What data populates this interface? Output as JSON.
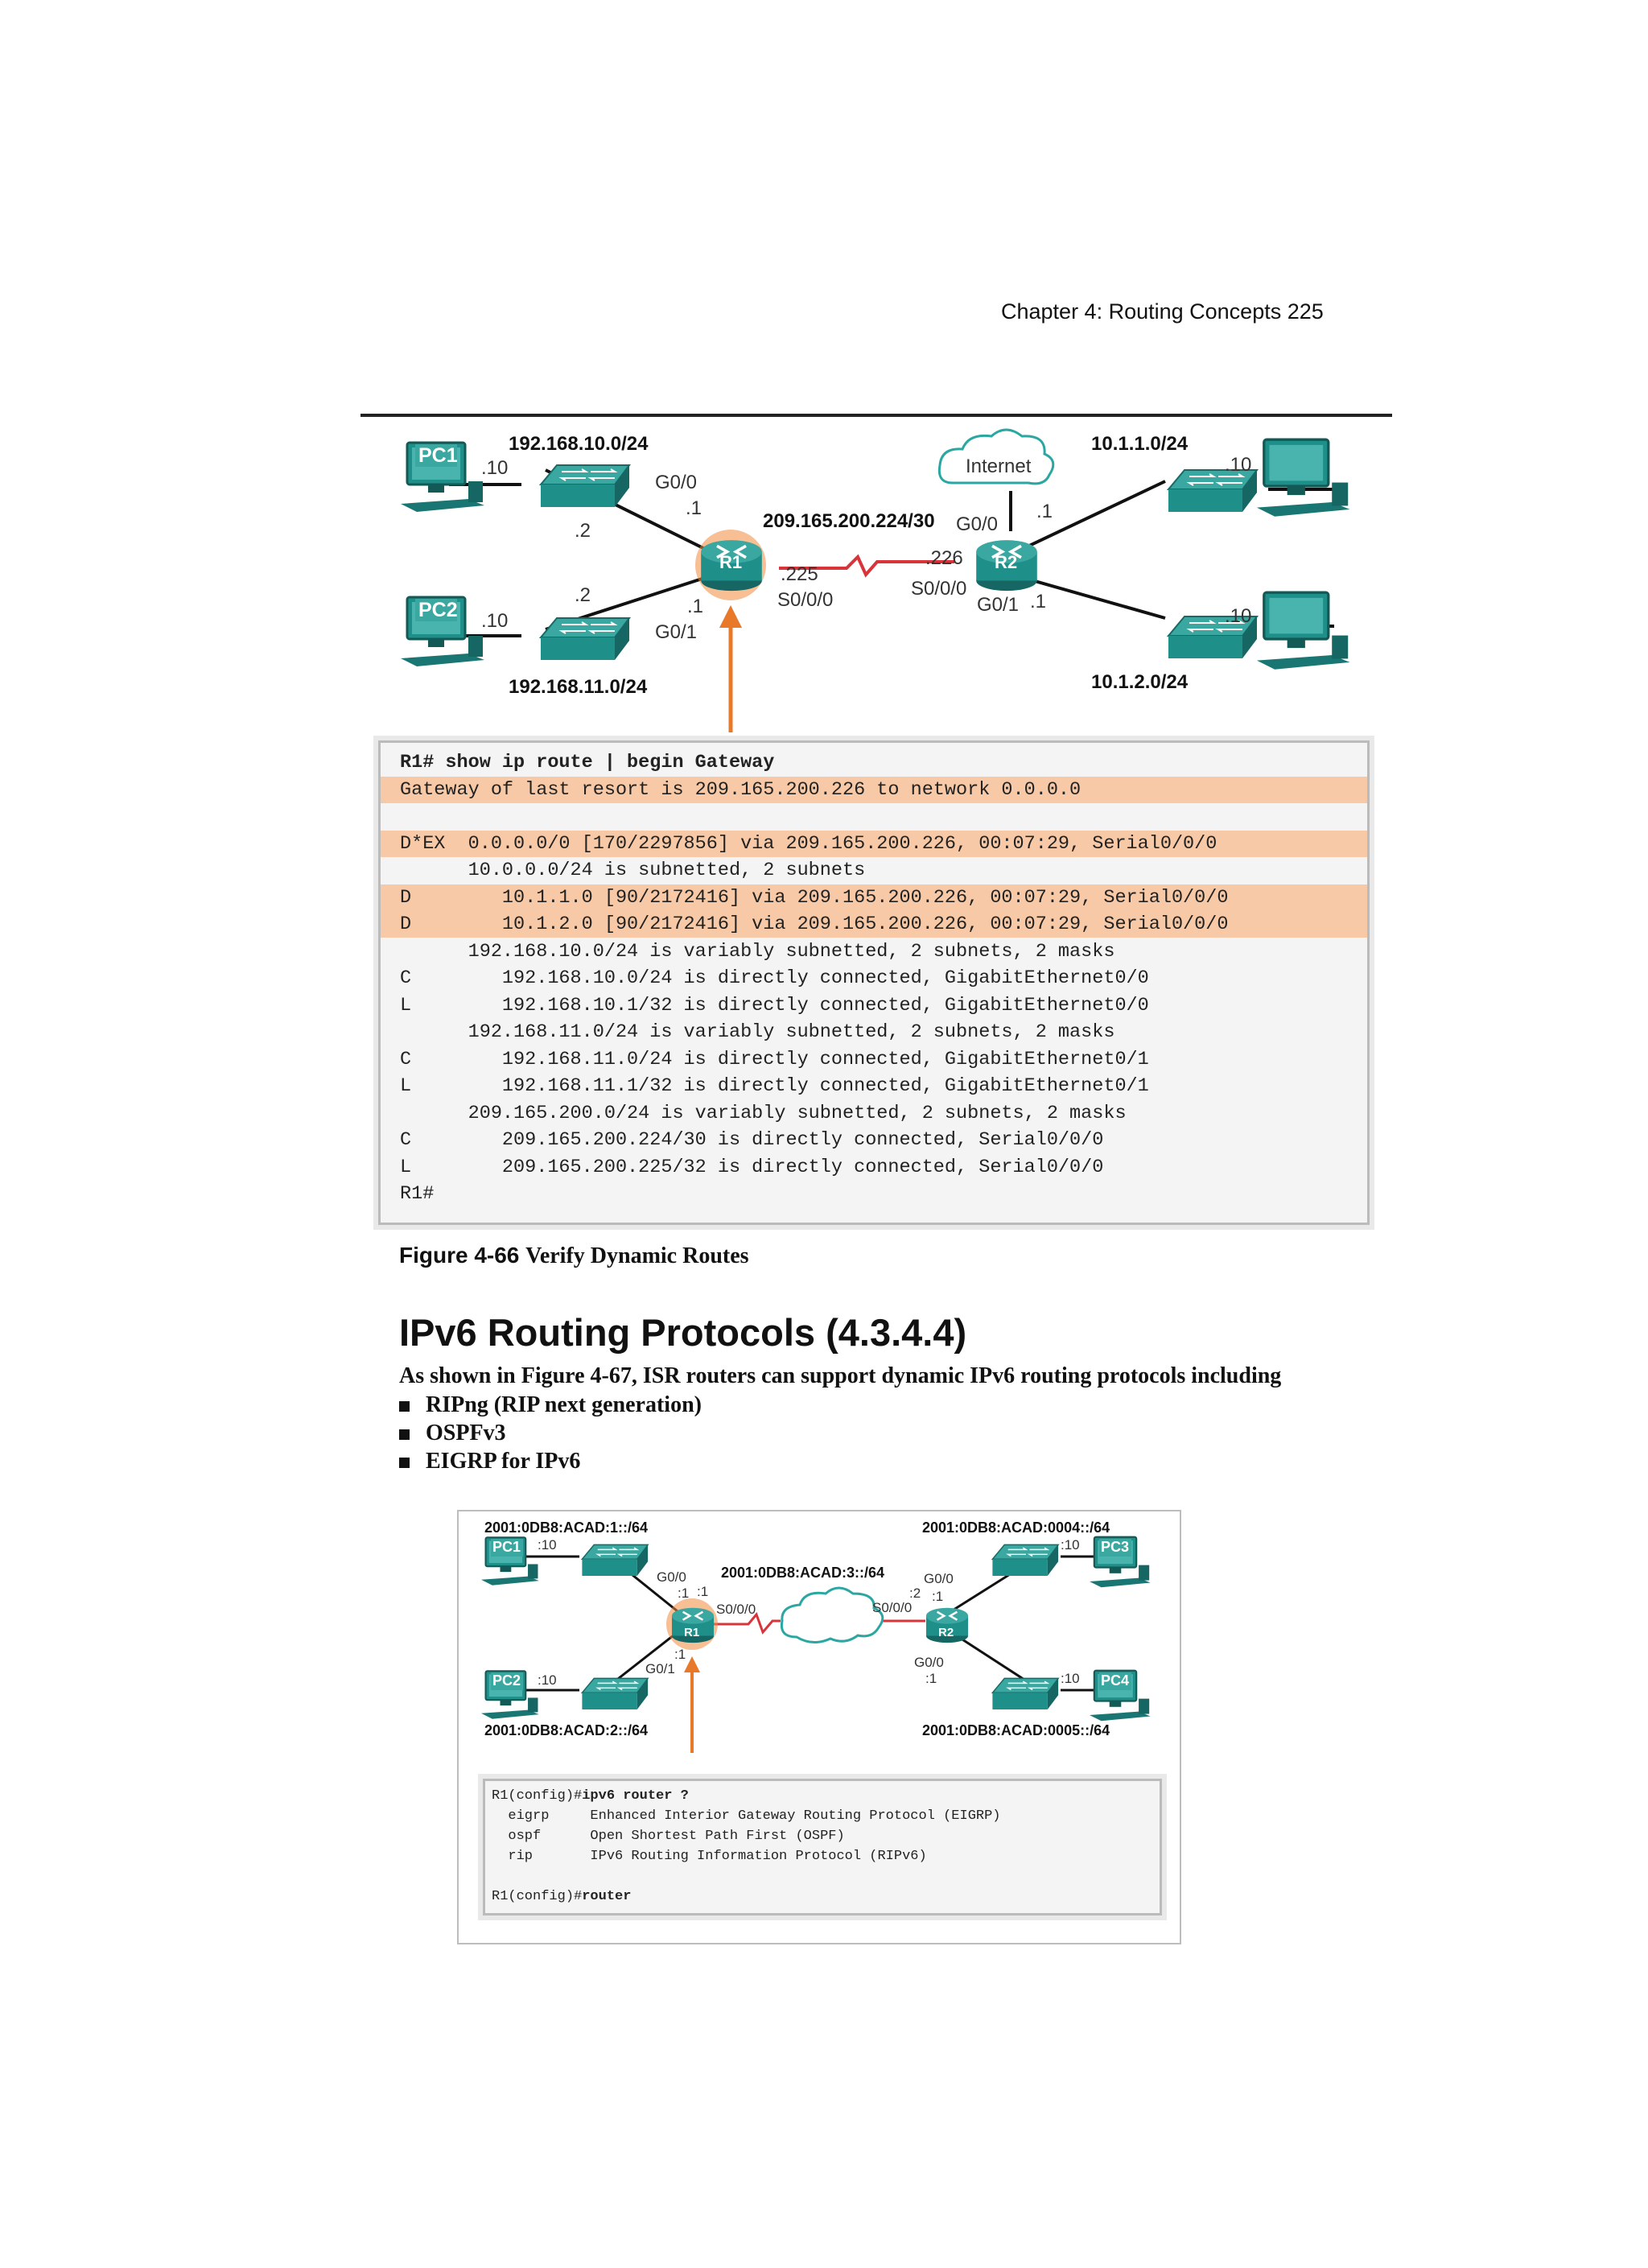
{
  "running_head": "Chapter 4: Routing Concepts 225",
  "figure1": {
    "networks": {
      "lan_pc1": "192.168.10.0/24",
      "lan_pc2": "192.168.11.0/24",
      "wan": "209.165.200.224/30",
      "lan_r2_top": "10.1.1.0/24",
      "lan_r2_bottom": "10.1.2.0/24"
    },
    "labels": {
      "pc1": "PC1",
      "pc2": "PC2",
      "r1": "R1",
      "r2": "R2",
      "internet": "Internet",
      "pc1_host": ".10",
      "pc2_host": ".10",
      "r1_g00_if": "G0/0",
      "r1_g00_ip": ".1",
      "sw1_ip": ".2",
      "sw2_ip": ".2",
      "r1_g01_ip": ".1",
      "r1_g01_if": "G0/1",
      "r1_s000_ip": ".225",
      "r1_s000_if": "S0/0/0",
      "r2_s000_ip": ".226",
      "r2_s000_if": "S0/0/0",
      "r2_g00_if": "G0/0",
      "r2_g00_ip": ".1",
      "r2_g01_if": "G0/1",
      "r2_g01_ip": ".1",
      "pc3_host": ".10",
      "pc4_host": ".10"
    },
    "terminal": [
      {
        "text": "R1# show ip route | begin Gateway",
        "highlight": false
      },
      {
        "text": "Gateway of last resort is 209.165.200.226 to network 0.0.0.0",
        "highlight": true
      },
      {
        "text": "",
        "highlight": false
      },
      {
        "text": "D*EX  0.0.0.0/0 [170/2297856] via 209.165.200.226, 00:07:29, Serial0/0/0",
        "highlight": true
      },
      {
        "text": "      10.0.0.0/24 is subnetted, 2 subnets",
        "highlight": false
      },
      {
        "text": "D        10.1.1.0 [90/2172416] via 209.165.200.226, 00:07:29, Serial0/0/0",
        "highlight": true
      },
      {
        "text": "D        10.1.2.0 [90/2172416] via 209.165.200.226, 00:07:29, Serial0/0/0",
        "highlight": true
      },
      {
        "text": "      192.168.10.0/24 is variably subnetted, 2 subnets, 2 masks",
        "highlight": false
      },
      {
        "text": "C        192.168.10.0/24 is directly connected, GigabitEthernet0/0",
        "highlight": false
      },
      {
        "text": "L        192.168.10.1/32 is directly connected, GigabitEthernet0/0",
        "highlight": false
      },
      {
        "text": "      192.168.11.0/24 is variably subnetted, 2 subnets, 2 masks",
        "highlight": false
      },
      {
        "text": "C        192.168.11.0/24 is directly connected, GigabitEthernet0/1",
        "highlight": false
      },
      {
        "text": "L        192.168.11.1/32 is directly connected, GigabitEthernet0/1",
        "highlight": false
      },
      {
        "text": "      209.165.200.0/24 is variably subnetted, 2 subnets, 2 masks",
        "highlight": false
      },
      {
        "text": "C        209.165.200.224/30 is directly connected, Serial0/0/0",
        "highlight": false
      },
      {
        "text": "L        209.165.200.225/32 is directly connected, Serial0/0/0",
        "highlight": false
      },
      {
        "text": "R1#",
        "highlight": false
      }
    ],
    "caption_number": "Figure 4-66",
    "caption_title": "Verify Dynamic Routes"
  },
  "section": {
    "heading": "IPv6 Routing Protocols (4.3.4.4)",
    "intro": "As shown in Figure 4-67, ISR routers can support dynamic IPv6 routing protocols including",
    "bullets": [
      "RIPng (RIP next generation)",
      "OSPFv3",
      "EIGRP for IPv6"
    ]
  },
  "figure2": {
    "networks": {
      "lan_pc1": "2001:0DB8:ACAD:1::/64",
      "lan_pc2": "2001:0DB8:ACAD:2::/64",
      "wan": "2001:0DB8:ACAD:3::/64",
      "lan_pc3": "2001:0DB8:ACAD:0004::/64",
      "lan_pc4": "2001:0DB8:ACAD:0005::/64"
    },
    "labels": {
      "pc1": "PC1",
      "pc2": "PC2",
      "pc3": "PC3",
      "pc4": "PC4",
      "r1": "R1",
      "r2": "R2",
      "pc1_host": ":10",
      "pc2_host": ":10",
      "pc3_host": ":10",
      "pc4_host": ":10",
      "r1_g00_if": "G0/0",
      "r1_g00_a": ":1",
      "r1_g00_b": ":1",
      "r1_s000_if": "S0/0/0",
      "r1_g01_ip": ":1",
      "r1_g01_if": "G0/1",
      "r2_g00_top_if": "G0/0",
      "r2_top_a": ":2",
      "r2_top_b": ":1",
      "r2_s000_if": "S0/0/0",
      "r2_g00_bottom_if": "G0/0",
      "r2_bottom_ip": ":1"
    },
    "terminal": [
      {
        "prompt": "R1(config)#",
        "cmd": "ipv6 router ?"
      },
      {
        "prompt": "",
        "cmd": "  eigrp     Enhanced Interior Gateway Routing Protocol (EIGRP)"
      },
      {
        "prompt": "",
        "cmd": "  ospf      Open Shortest Path First (OSPF)"
      },
      {
        "prompt": "",
        "cmd": "  rip       IPv6 Routing Information Protocol (RIPv6)"
      },
      {
        "prompt": "",
        "cmd": ""
      },
      {
        "prompt": "R1(config)#",
        "cmd": "router"
      }
    ]
  },
  "colors": {
    "device_teal": "#1f8f8a",
    "highlight": "#f7c9a6",
    "arrow_orange": "#e8782a",
    "serial_link": "#d9343a"
  },
  "icons": [
    "pc-icon",
    "switch-icon",
    "router-icon",
    "cloud-icon",
    "serial-link-icon"
  ]
}
